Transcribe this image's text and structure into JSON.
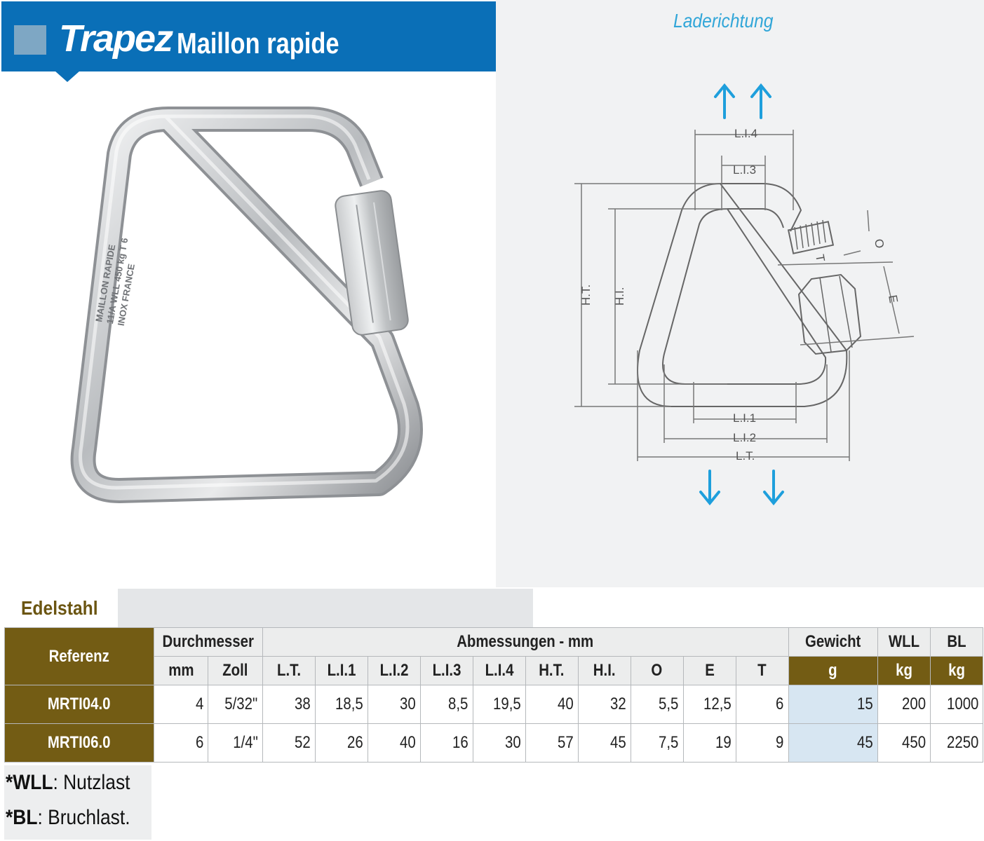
{
  "header": {
    "brand": "Trapez",
    "subtitle": "Maillon rapide"
  },
  "product_photo": {
    "engraving": [
      "MAILLON RAPIDE",
      "11/A WLL 450 kg T 6",
      "INOX FRANCE"
    ]
  },
  "diagram": {
    "title": "Laderichtung",
    "labels": {
      "li4": "L.I.4",
      "li3": "L.I.3",
      "ht": "H.T.",
      "hi": "H.I.",
      "o": "O",
      "t": "T",
      "e": "E",
      "li1": "L.I.1",
      "li2": "L.I.2",
      "lt": "L.T."
    },
    "colors": {
      "arrow": "#1e9fdc",
      "line": "#777777"
    }
  },
  "table": {
    "tab_label": "Edelstahl",
    "headers": {
      "referenz": "Referenz",
      "durchmesser": "Durchmesser",
      "abmessungen": "Abmessungen - mm",
      "gewicht": "Gewicht",
      "wll": "WLL",
      "bl": "BL"
    },
    "subheaders": [
      "mm",
      "Zoll",
      "L.T.",
      "L.I.1",
      "L.I.2",
      "L.I.3",
      "L.I.4",
      "H.T.",
      "H.I.",
      "O",
      "E",
      "T",
      "g",
      "kg",
      "kg"
    ],
    "rows": [
      {
        "ref": "MRTI04.0",
        "cells": [
          "4",
          "5/32\"",
          "38",
          "18,5",
          "30",
          "8,5",
          "19,5",
          "40",
          "32",
          "5,5",
          "12,5",
          "6",
          "15",
          "200",
          "1000"
        ]
      },
      {
        "ref": "MRTI06.0",
        "cells": [
          "6",
          "1/4\"",
          "52",
          "26",
          "40",
          "16",
          "30",
          "57",
          "45",
          "7,5",
          "19",
          "9",
          "45",
          "450",
          "2250"
        ]
      }
    ],
    "colors": {
      "ref_bg": "#735c14",
      "weight_bg": "#d7e6f2",
      "header_bg": "#eceded"
    }
  },
  "notes": {
    "wll_key": "*WLL",
    "wll_text": ": Nutzlast",
    "bl_key": "*BL",
    "bl_text": ": Bruchlast."
  }
}
